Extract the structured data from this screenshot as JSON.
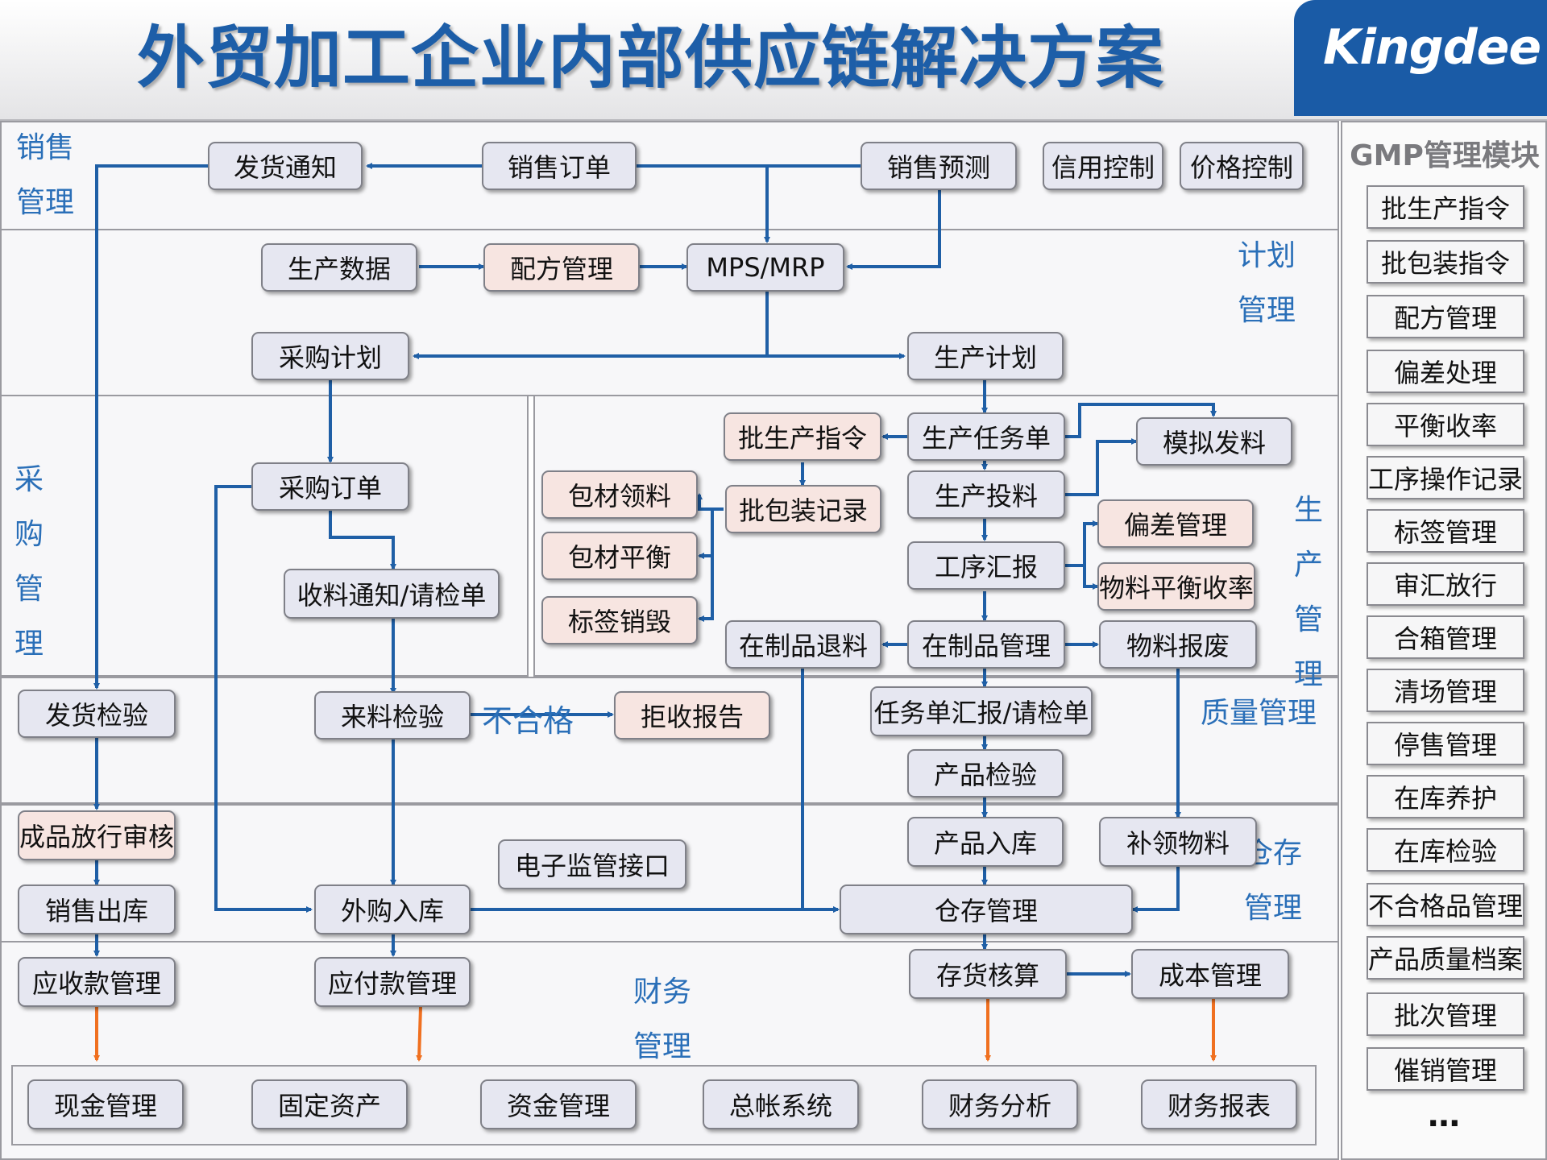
{
  "title": "外贸加工企业内部供应链解决方案",
  "logo": "Kingdee",
  "zones": {
    "sales": "销售管理",
    "plan": "计划管理",
    "purchase": "采购管理",
    "production": "生产管理",
    "quality": "质量管理",
    "warehouse": "仓存管理",
    "finance": "财务管理"
  },
  "nodes": {
    "fahuo_tongzhi": "发货通知",
    "xiaoshou_dingdan": "销售订单",
    "xiaoshou_yuce": "销售预测",
    "xinyong_kongzhi": "信用控制",
    "jiage_kongzhi": "价格控制",
    "shengchan_shuju": "生产数据",
    "peifang_guanli": "配方管理",
    "mps_mrp": "MPS/MRP",
    "caigou_jihua": "采购计划",
    "shengchan_jihua": "生产计划",
    "caigou_dingdan": "采购订单",
    "shouliao_tongzhi": "收料通知/请检单",
    "pi_shengchan_zhiling": "批生产指令",
    "shengchan_renwudan": "生产任务单",
    "moni_faliao": "模拟发料",
    "baocai_lingliao": "包材领料",
    "pi_baozhuang_jilu": "批包装记录",
    "shengchan_touliao": "生产投料",
    "baocai_pingheng": "包材平衡",
    "piancha_guanli": "偏差管理",
    "gongxu_huibao": "工序汇报",
    "wuliao_pingheng_shoulv": "物料平衡收率",
    "biaoqian_xiaohui": "标签销毁",
    "zaizhipin_tuiliao": "在制品退料",
    "zaizhipin_guanli": "在制品管理",
    "wuliao_baofei": "物料报废",
    "fahuo_jianyan": "发货检验",
    "lailiao_jianyan": "来料检验",
    "buhege": "不合格",
    "jushou_baogao": "拒收报告",
    "renwudan_huibao": "任务单汇报/请检单",
    "chanpin_jianyan": "产品检验",
    "chengpin_fangxing": "成品放行审核",
    "dianzi_jianguan": "电子监管接口",
    "chanpin_ruku": "产品入库",
    "buling_wuliao": "补领物料",
    "xiaoshou_chuku": "销售出库",
    "waigou_ruku": "外购入库",
    "cangcun_guanli": "仓存管理",
    "yingshoukuan": "应收款管理",
    "yingfukuan": "应付款管理",
    "cunhuo_hesuan": "存货核算",
    "chengben_guanli": "成本管理",
    "xianjin_guanli": "现金管理",
    "guding_zichan": "固定资产",
    "zijin_guanli": "资金管理",
    "zongzhang_xitong": "总帐系统",
    "caiwu_fenxi": "财务分析",
    "caiwu_baobiao": "财务报表"
  },
  "gmp": {
    "title": "GMP管理模块",
    "items": [
      "批生产指令",
      "批包装指令",
      "配方管理",
      "偏差处理",
      "平衡收率",
      "工序操作记录",
      "标签管理",
      "审汇放行",
      "合箱管理",
      "清场管理",
      "停售管理",
      "在库养护",
      "在库检验",
      "不合格品管理",
      "产品质量档案",
      "批次管理",
      "催销管理"
    ],
    "more": "…"
  },
  "colors": {
    "title": "#1d5ea8",
    "zone_label": "#2a6fb8",
    "flow_arrow": "#1f5fa6",
    "finance_arrow": "#f07020",
    "box_fill": "#e6e7f1",
    "box_highlight": "#f7e5e1",
    "logo_bg": "#1a5ba6"
  }
}
